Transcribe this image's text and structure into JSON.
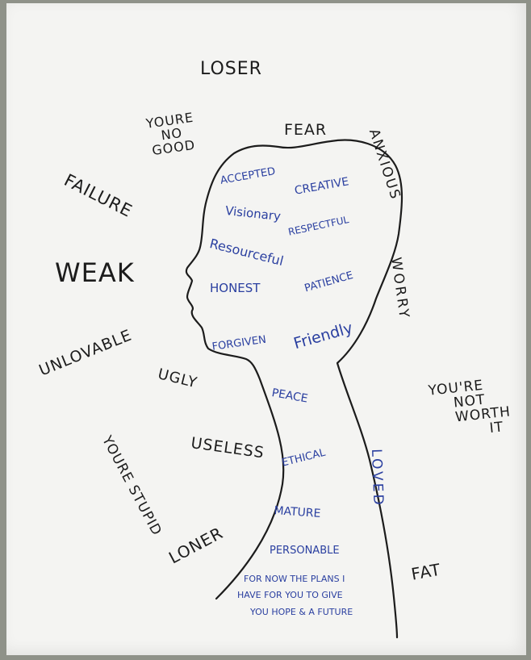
{
  "outer_words": {
    "loser": "LOSER",
    "youre_no_good": [
      "YOURE",
      "NO",
      "GOOD"
    ],
    "fear": "FEAR",
    "anxious": "ANXIOUS",
    "failure": "FAILURE",
    "weak": "WEAK",
    "unlovable": "UNLOVABLE",
    "worry": "WORRY",
    "ugly": "UGLY",
    "youre_not_worth_it": [
      "YOU'RE",
      "NOT",
      "WORTH",
      "IT"
    ],
    "useless": "USELESS",
    "youre_stupid": "YOURE STUPID",
    "loner": "LONER",
    "fat": "FAT"
  },
  "inner_words": {
    "accepted": "ACCEPTED",
    "creative": "CREATIVE",
    "visionary": "Visionary",
    "respectful": "RESPECTFUL",
    "resourceful": "Resourceful",
    "honest": "HONEST",
    "patience": "PATIENCE",
    "forgiven": "FORGIVEN",
    "friendly": "Friendly",
    "peace": "PEACE",
    "ethical": "ETHICAL",
    "loved": "LOVED",
    "mature": "MATURE",
    "personable": "PERSONABLE",
    "verse": [
      "FOR NOW THE PLANS I",
      "HAVE FOR YOU TO GIVE",
      "YOU HOPE & A FUTURE"
    ]
  },
  "colors": {
    "dark_ink": "#1c1c1c",
    "blue_ink": "#2a3fa0",
    "paper": "#f4f4f2",
    "background": "#8f9289"
  }
}
